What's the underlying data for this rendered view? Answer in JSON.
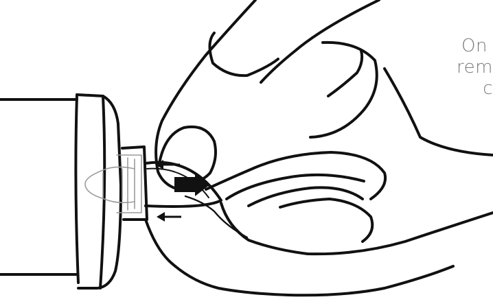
{
  "caption": {
    "lines": [
      "On",
      "rem",
      "c"
    ]
  },
  "colors": {
    "line": "#111111",
    "ghost": "#9a9a9a",
    "caption_text": "#7a7a7a",
    "background": "#ffffff"
  },
  "icons": {
    "inner_arrow_top": "arrow-left-icon",
    "inner_arrow_bottom": "arrow-left-icon",
    "pull_arrow": "arrow-right-bold-icon"
  }
}
